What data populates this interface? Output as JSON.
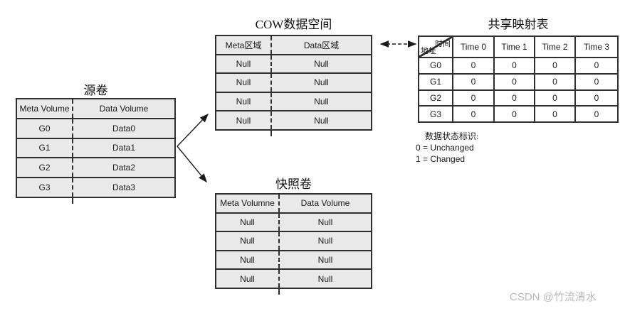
{
  "colors": {
    "cell_fill": "#e9e9e9",
    "line": "#2f2f2f",
    "text": "#1a1a1a",
    "watermark": "#b9b9b9"
  },
  "source_volume": {
    "title": "源卷",
    "headers": [
      "Meta Volume",
      "Data Volume"
    ],
    "rows": [
      [
        "G0",
        "Data0"
      ],
      [
        "G1",
        "Data1"
      ],
      [
        "G2",
        "Data2"
      ],
      [
        "G3",
        "Data3"
      ]
    ]
  },
  "cow_space": {
    "title": "COW数据空间",
    "headers": [
      "Meta区域",
      "Data区域"
    ],
    "rows": [
      [
        "Null",
        "Null"
      ],
      [
        "Null",
        "Null"
      ],
      [
        "Null",
        "Null"
      ],
      [
        "Null",
        "Null"
      ]
    ]
  },
  "snapshot_volume": {
    "title": "快照卷",
    "headers": [
      "Meta Volumne",
      "Data Volume"
    ],
    "rows": [
      [
        "Null",
        "Null"
      ],
      [
        "Null",
        "Null"
      ],
      [
        "Null",
        "Null"
      ],
      [
        "Null",
        "Null"
      ]
    ]
  },
  "mapping_table": {
    "title": "共享映射表",
    "corner": {
      "time_label": "时间",
      "address_label": "地址"
    },
    "columns": [
      "Time 0",
      "Time 1",
      "Time 2",
      "Time 3"
    ],
    "rows": [
      {
        "label": "G0",
        "values": [
          "0",
          "0",
          "0",
          "0"
        ]
      },
      {
        "label": "G1",
        "values": [
          "0",
          "0",
          "0",
          "0"
        ]
      },
      {
        "label": "G2",
        "values": [
          "0",
          "0",
          "0",
          "0"
        ]
      },
      {
        "label": "G3",
        "values": [
          "0",
          "0",
          "0",
          "0"
        ]
      }
    ]
  },
  "legend": {
    "title": "数据状态标识:",
    "line1": "0 = Unchanged",
    "line2": "1 = Changed"
  },
  "watermark": {
    "text": "CSDN @竹流清水"
  }
}
